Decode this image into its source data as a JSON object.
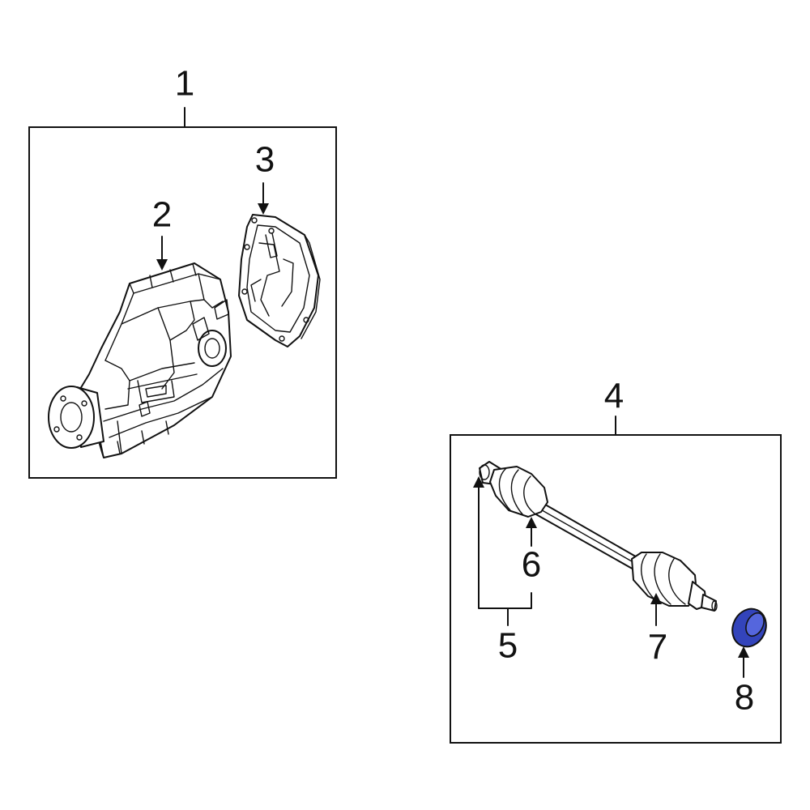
{
  "callouts": {
    "c1": "1",
    "c2": "2",
    "c3": "3",
    "c4": "4",
    "c5": "5",
    "c6": "6",
    "c7": "7",
    "c8": "8"
  },
  "colors": {
    "line": "#111111",
    "background": "#ffffff",
    "highlight_part": "#3344bb"
  },
  "highlighted_part": "8"
}
